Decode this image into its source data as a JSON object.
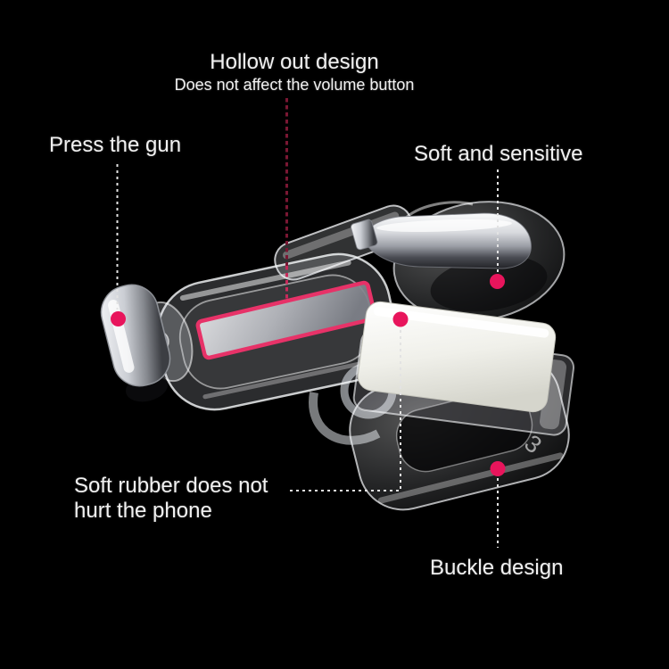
{
  "colors": {
    "background": "#000000",
    "text": "#f1f1f1",
    "callout_dot_pink": "#e8155c",
    "callout_red_line_dark": "#7a1733",
    "callout_red_line_bright": "#c62a5b",
    "callout_white_line": "#e3e3e3",
    "hollow_slot_outline_pink": "#e73268"
  },
  "callouts": {
    "hollow_out": {
      "title": "Hollow out design",
      "subtitle": "Does not affect the volume button"
    },
    "press_gun": {
      "label": "Press the gun"
    },
    "soft_sensitive": {
      "label": "Soft and sensitive"
    },
    "soft_rubber": {
      "line1": "Soft rubber does not",
      "line2": "hurt the phone"
    },
    "buckle": {
      "label": "Buckle design"
    }
  },
  "product": {
    "molded_digit": "3"
  }
}
